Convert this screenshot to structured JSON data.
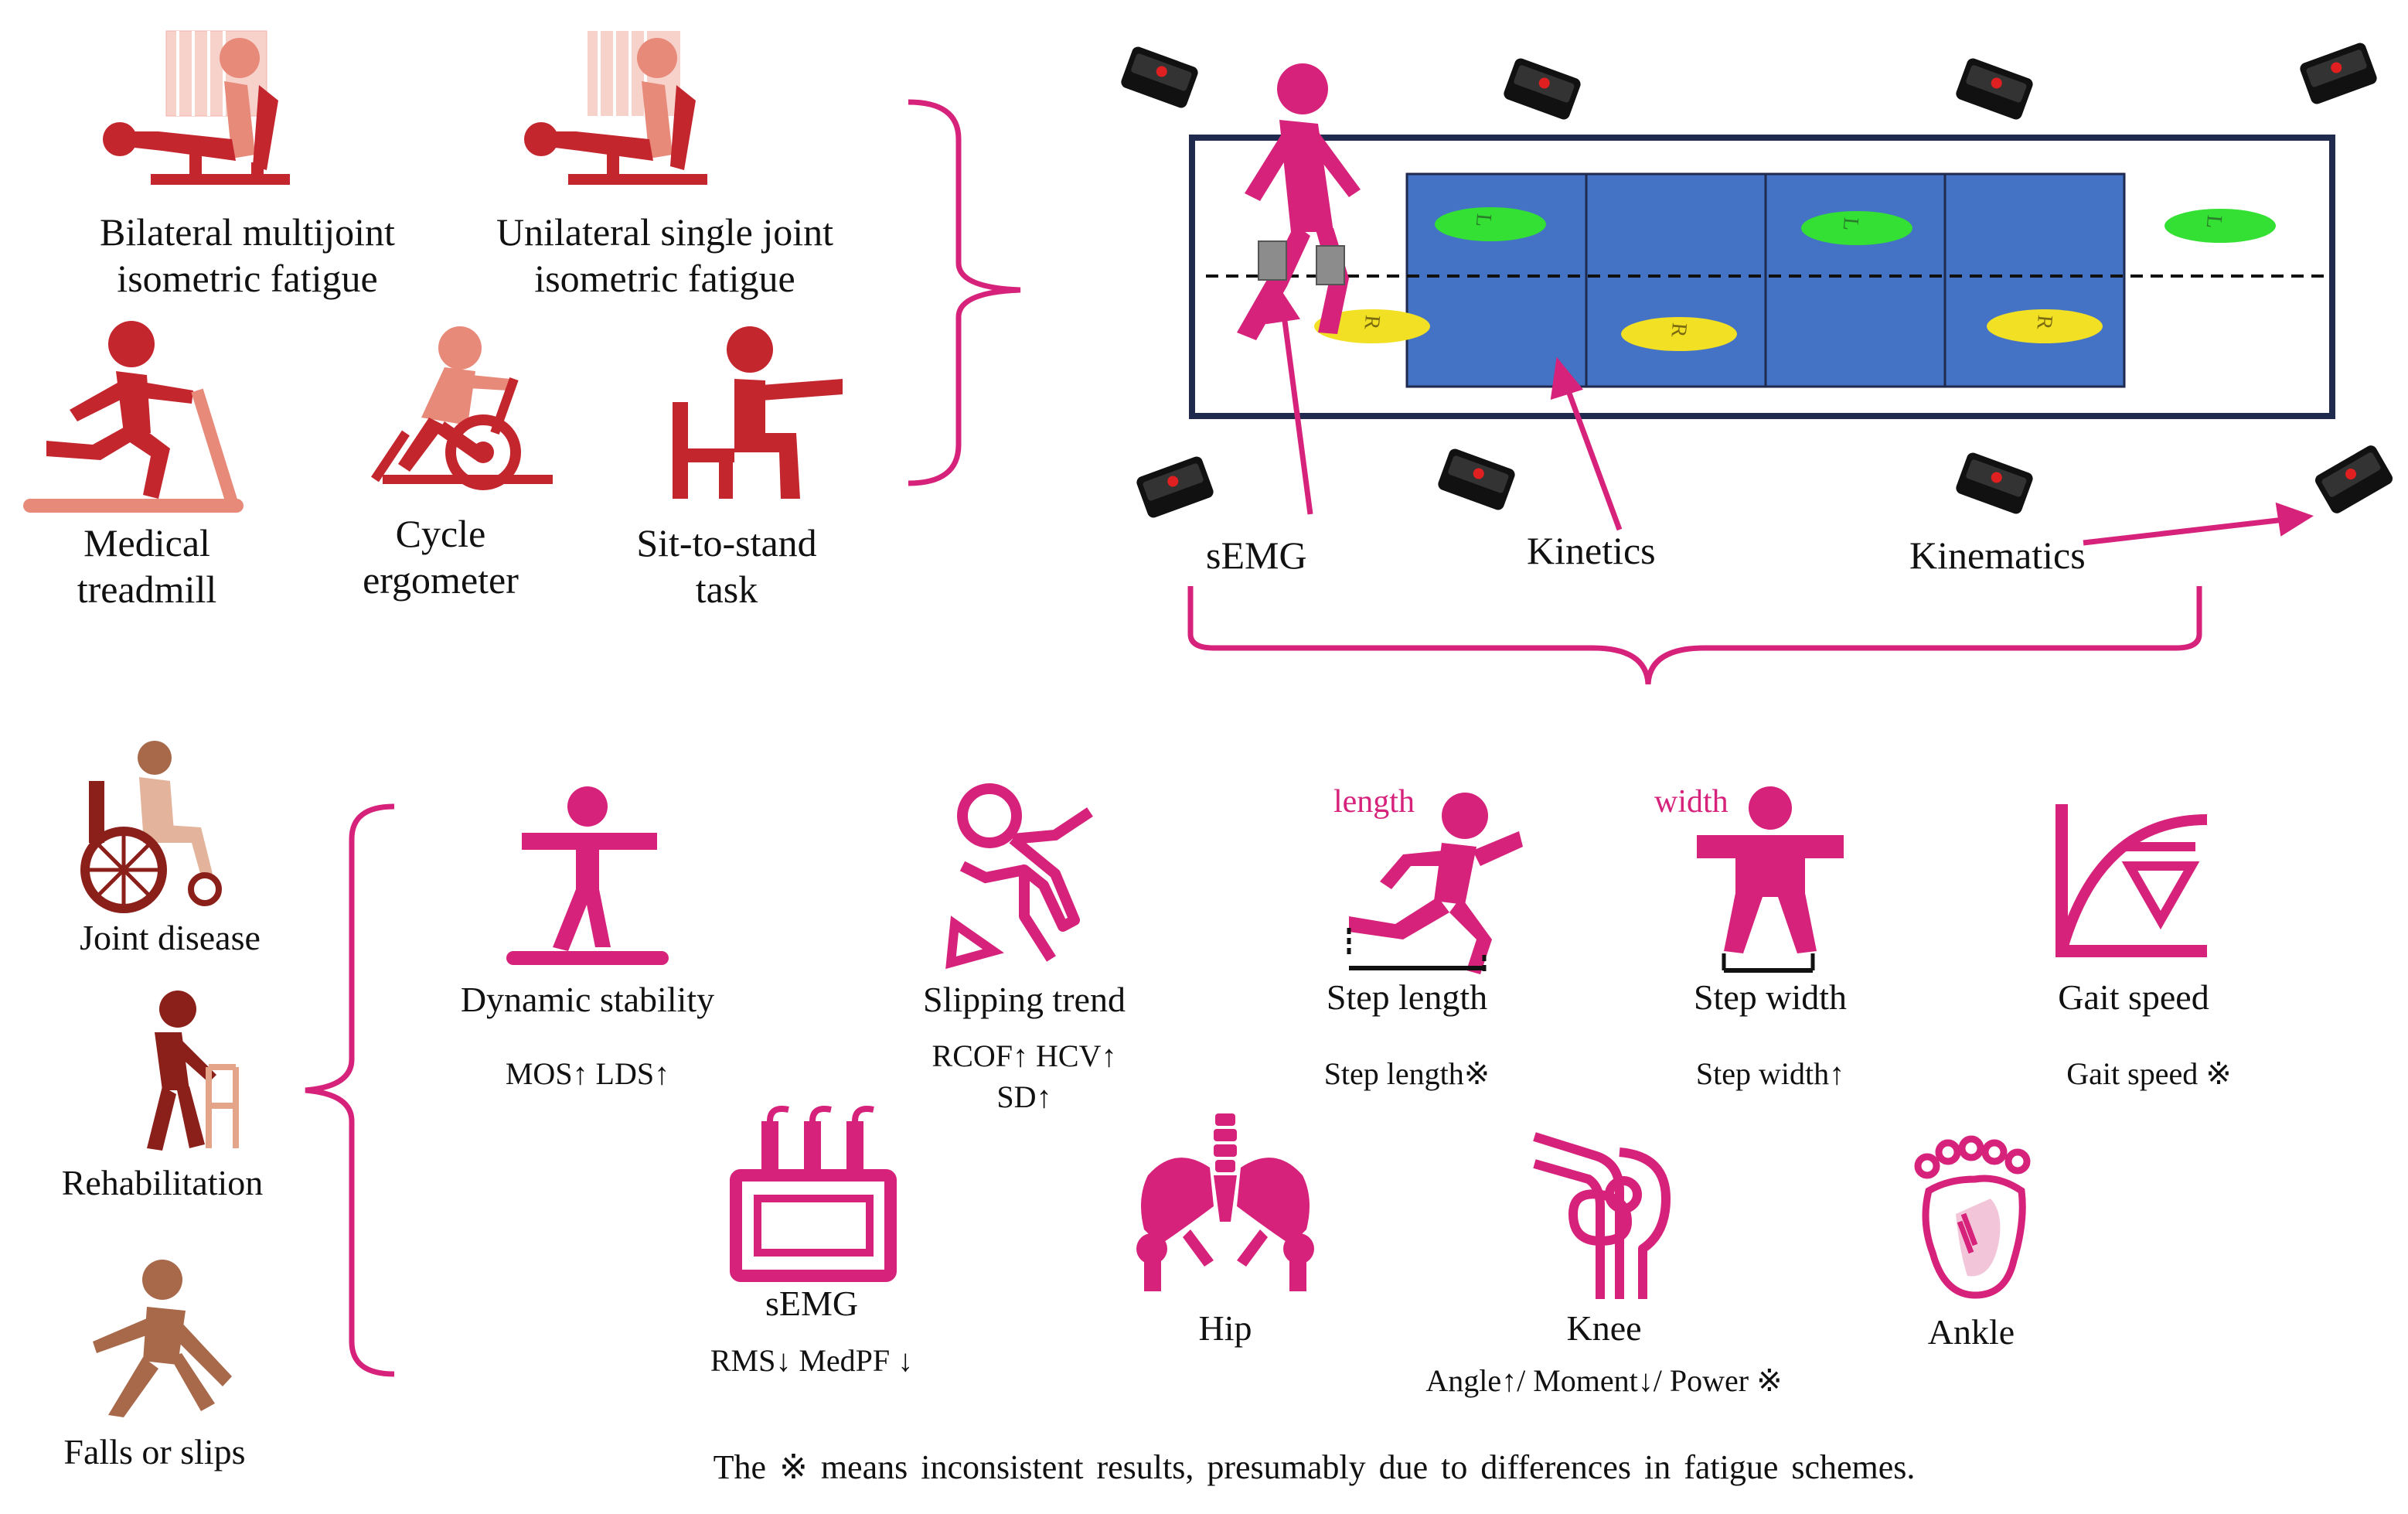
{
  "fatigue_protocols": [
    {
      "label_line1": "Bilateral multijoint",
      "label_line2": "isometric fatigue",
      "icon": "leg-press-machine-icon"
    },
    {
      "label_line1": "Unilateral single joint",
      "label_line2": "isometric fatigue",
      "icon": "leg-extension-machine-icon"
    },
    {
      "label_line1": "Medical",
      "label_line2": "treadmill",
      "icon": "treadmill-runner-icon"
    },
    {
      "label_line1": "Cycle",
      "label_line2": "ergometer",
      "icon": "cyclist-icon"
    },
    {
      "label_line1": "Sit-to-stand",
      "label_line2": "task",
      "icon": "seated-person-icon"
    }
  ],
  "measurement": {
    "semg_label": "sEMG",
    "kinetics_label": "Kinetics",
    "kinematics_label": "Kinematics",
    "footprint_left": "L",
    "footprint_right": "R"
  },
  "populations": [
    {
      "label": "Joint disease",
      "icon": "wheelchair-user-icon"
    },
    {
      "label": "Rehabilitation",
      "icon": "walker-user-icon"
    },
    {
      "label": "Falls or slips",
      "icon": "falling-person-icon"
    }
  ],
  "outcomes_top": [
    {
      "title": "Dynamic stability",
      "result": "MOS↑ LDS↑",
      "icon": "balance-figure-icon"
    },
    {
      "title": "Slipping trend",
      "result": "RCOF↑ HCV↑",
      "result2": "SD↑",
      "icon": "slipping-figure-icon"
    },
    {
      "title": "Step length",
      "result": "Step length※",
      "tag": "length",
      "icon": "running-figure-icon"
    },
    {
      "title": "Step width",
      "result": "Step width↑",
      "tag": "width",
      "icon": "standing-figure-icon"
    },
    {
      "title": "Gait speed",
      "result": "Gait speed ※",
      "icon": "speed-graph-icon"
    }
  ],
  "outcomes_bottom": [
    {
      "title": "sEMG",
      "result": "RMS↓ MedPF ↓",
      "icon": "emg-device-icon"
    },
    {
      "title": "Hip",
      "result": "",
      "icon": "pelvis-icon"
    },
    {
      "title": "Knee",
      "result": "Angle↑/ Moment↓/ Power ※",
      "icon": "knee-joint-icon"
    },
    {
      "title": "Ankle",
      "result": "",
      "icon": "foot-icon"
    }
  ],
  "footnote": "The ※ means inconsistent results, presumably due to differences in fatigue schemes.",
  "colors": {
    "magenta": "#d6227a",
    "red": "#c4262e",
    "salmon": "#e88a7a",
    "walkway_blue": "#4472c4",
    "frame_navy": "#1f2a4e",
    "left_foot": "#33e033",
    "right_foot": "#f2e025",
    "brown_dark": "#8b1f1a",
    "brown_light": "#a8694a"
  }
}
